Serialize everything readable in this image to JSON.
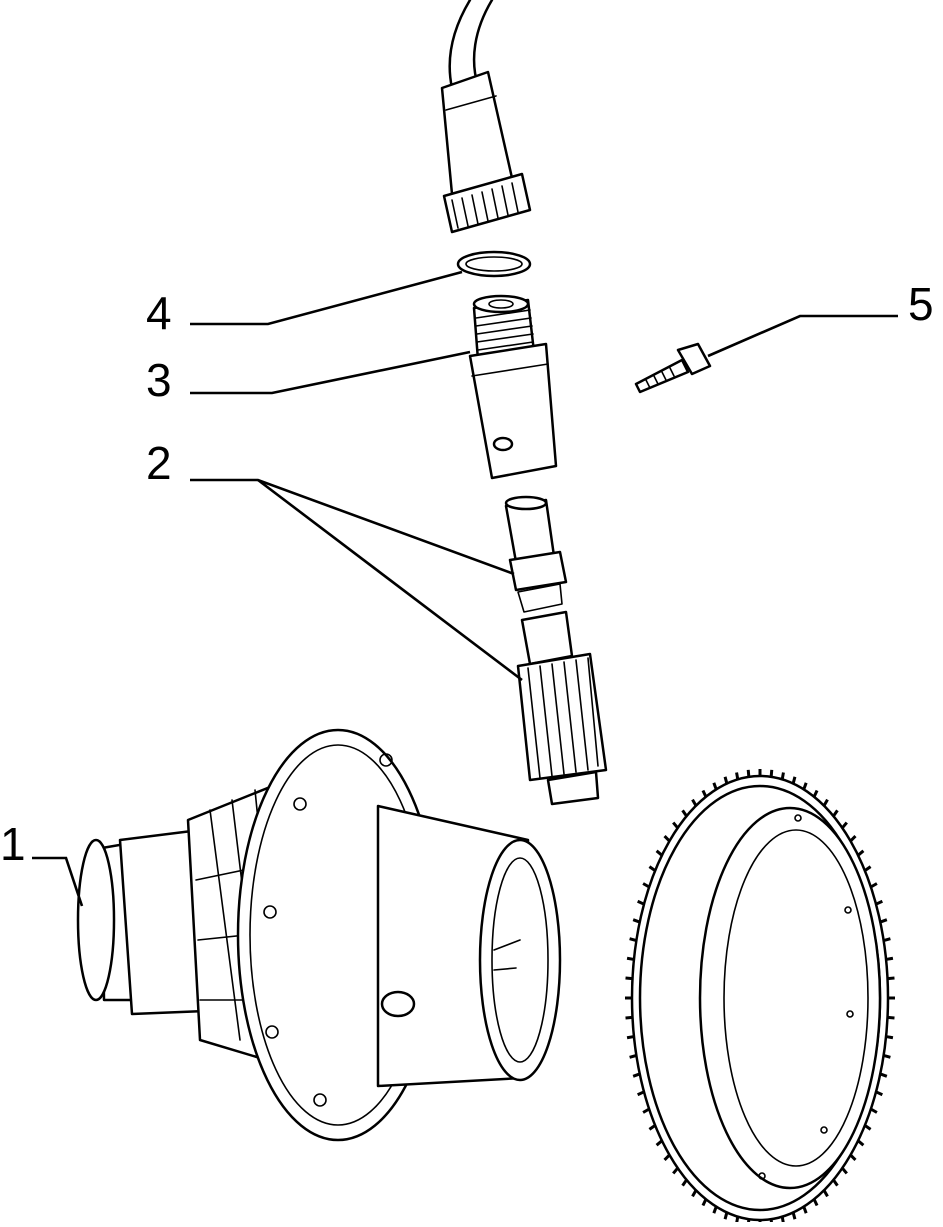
{
  "labels": [
    {
      "id": "1",
      "text": "1"
    },
    {
      "id": "2",
      "text": "2"
    },
    {
      "id": "3",
      "text": "3"
    },
    {
      "id": "4",
      "text": "4"
    },
    {
      "id": "5",
      "text": "5"
    }
  ],
  "colors": {
    "line": "#000000",
    "background": "#ffffff"
  }
}
